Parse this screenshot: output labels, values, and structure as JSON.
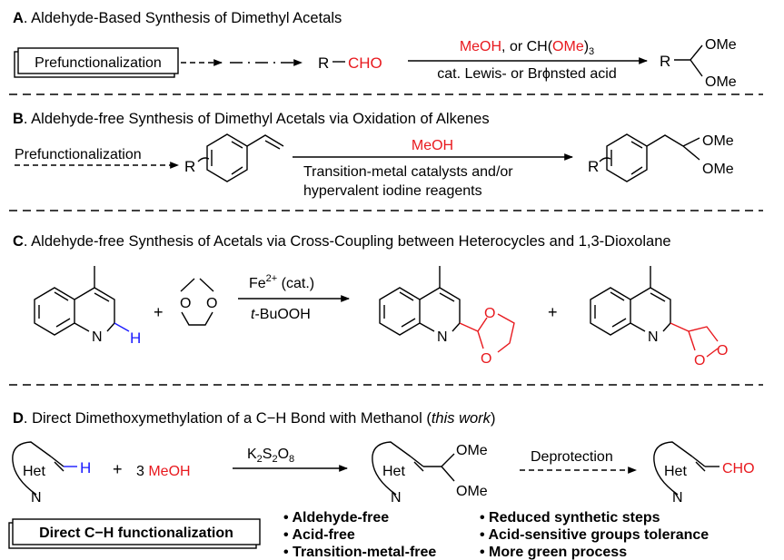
{
  "sectionA": {
    "letter": "A",
    "title": ". Aldehyde-Based Synthesis of Dimethyl Acetals",
    "prefunc_box": "Prefunctionalization",
    "aldehyde_r": "R",
    "aldehyde_cho": "CHO",
    "cond_red1": "MeOH",
    "cond_mid": ", or CH(",
    "cond_red2": "OMe",
    "cond_end": ")",
    "cond_sub": "3",
    "cond_bottom": "cat. Lewis- or Brϕnsted acid",
    "product_r": "R",
    "product_ome1": "OMe",
    "product_ome2": "OMe"
  },
  "sectionB": {
    "letter": "B",
    "title": ". Aldehyde-free Synthesis of Dimethyl Acetals via Oxidation of Alkenes",
    "prefunc": "Prefunctionalization",
    "r_left": "R",
    "cond_top": "MeOH",
    "cond_line1": "Transition-metal catalysts and/or",
    "cond_line2": "hypervalent iodine reagents",
    "r_right": "R",
    "ome1": "OMe",
    "ome2": "OMe"
  },
  "sectionC": {
    "letter": "C",
    "title": ". Aldehyde-free Synthesis of Acetals via Cross-Coupling between Heterocycles and 1,3-Dioxolane",
    "n1": "N",
    "h1": "H",
    "plus1": "+",
    "o1": "O",
    "o2": "O",
    "cond_fe": "Fe",
    "cond_fe_sup": "2+",
    "cond_fe_cat": " (cat.)",
    "cond_t": "t",
    "cond_buooh": "-BuOOH",
    "n2": "N",
    "o3": "O",
    "o4": "O",
    "plus2": "+",
    "n3": "N",
    "o5": "O",
    "o6": "O"
  },
  "sectionD": {
    "letter": "D",
    "title_pre": ". Direct Dimethoxymethylation of a C−H Bond with Methanol (",
    "title_italic": "this work",
    "title_post": ")",
    "het1": "Het",
    "n1": "N",
    "h1": "H",
    "plus": "+",
    "three": "3 ",
    "meoh": "MeOH",
    "reagent": "K",
    "reagent_sub1": "2",
    "reagent_s": "S",
    "reagent_sub2": "2",
    "reagent_o": "O",
    "reagent_sub3": "8",
    "het2": "Het",
    "n2": "N",
    "ome1": "OMe",
    "ome2": "OMe",
    "deprotection": "Deprotection",
    "het3": "Het",
    "n3": "N",
    "cho": "CHO",
    "direct_box": "Direct C−H functionalization",
    "features_left": [
      "• Aldehyde-free",
      "• Acid-free",
      "• Transition-metal-free"
    ],
    "features_right": [
      "• Reduced synthetic steps",
      "• Acid-sensitive groups tolerance",
      "• More green process"
    ]
  }
}
